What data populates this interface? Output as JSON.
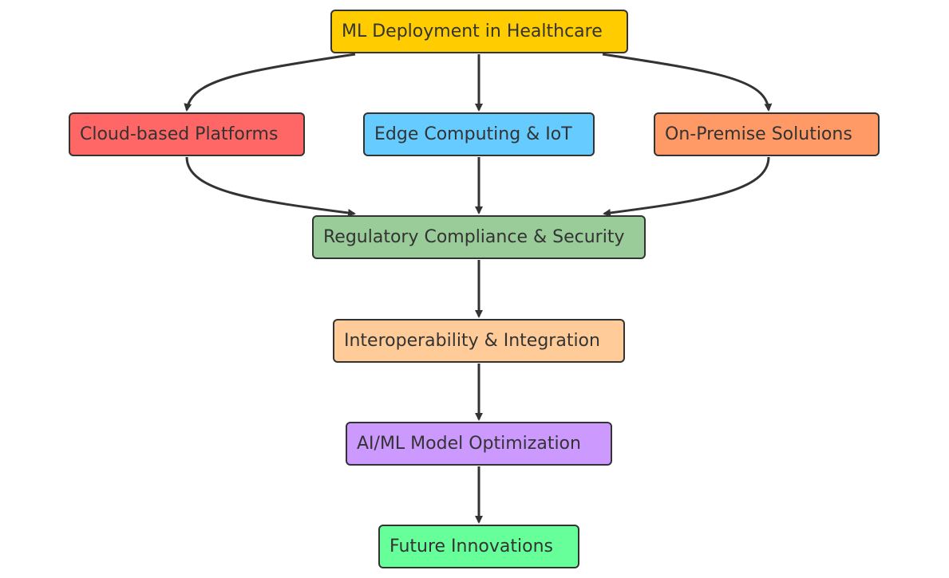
{
  "diagram": {
    "nodes": {
      "root": {
        "label": "ML Deployment in Healthcare",
        "color": "#FFCC00"
      },
      "cloud": {
        "label": "Cloud-based Platforms",
        "color": "#FF6666"
      },
      "edge": {
        "label": "Edge Computing & IoT",
        "color": "#66CCFF"
      },
      "onprem": {
        "label": "On-Premise Solutions",
        "color": "#FF9966"
      },
      "reg": {
        "label": "Regulatory Compliance & Security",
        "color": "#99CC99"
      },
      "inter": {
        "label": "Interoperability & Integration",
        "color": "#FFCC99"
      },
      "aiml": {
        "label": "AI/ML Model Optimization",
        "color": "#CC99FF"
      },
      "future": {
        "label": "Future Innovations",
        "color": "#66FF99"
      }
    },
    "edges": [
      {
        "from": "root",
        "to": "cloud"
      },
      {
        "from": "root",
        "to": "edge"
      },
      {
        "from": "root",
        "to": "onprem"
      },
      {
        "from": "cloud",
        "to": "reg"
      },
      {
        "from": "edge",
        "to": "reg"
      },
      {
        "from": "onprem",
        "to": "reg"
      },
      {
        "from": "reg",
        "to": "inter"
      },
      {
        "from": "inter",
        "to": "aiml"
      },
      {
        "from": "aiml",
        "to": "future"
      }
    ],
    "edge_color": "#333333"
  }
}
